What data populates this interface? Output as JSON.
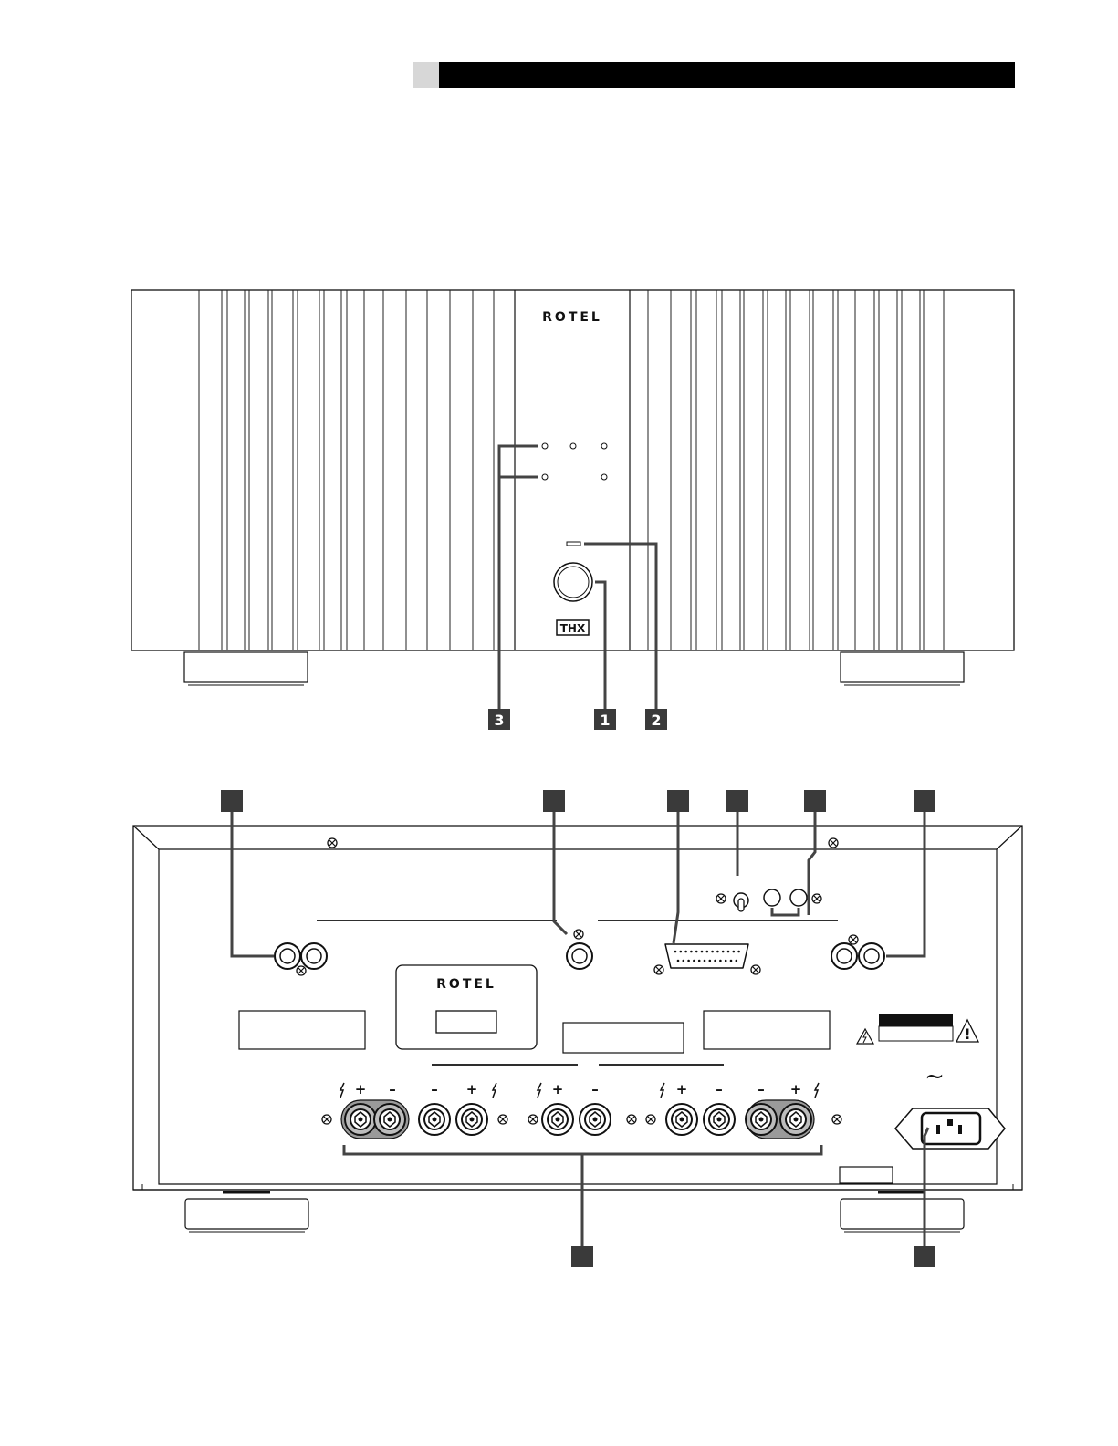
{
  "front_panel": {
    "brand": "ROTEL",
    "thx_logo": {
      "top_line": "",
      "mark": "THX",
      "bottom_line": ""
    },
    "callouts": [
      "3",
      "1",
      "2"
    ]
  },
  "rear_panel": {
    "brand": "ROTEL",
    "callouts_top": [
      "",
      "",
      "",
      "",
      "",
      ""
    ],
    "callouts_bottom": [
      "",
      ""
    ],
    "speaker_polarity": [
      "+",
      "–",
      "–",
      "+",
      "+",
      "–",
      "+",
      "–",
      "–",
      "+"
    ],
    "power_symbol": "~",
    "warning_symbol": "!"
  },
  "colors": {
    "header_bar": "#000000",
    "header_swatch": "#d7d7d7",
    "callout_fill": "#3a3a3a",
    "line": "#111111"
  }
}
